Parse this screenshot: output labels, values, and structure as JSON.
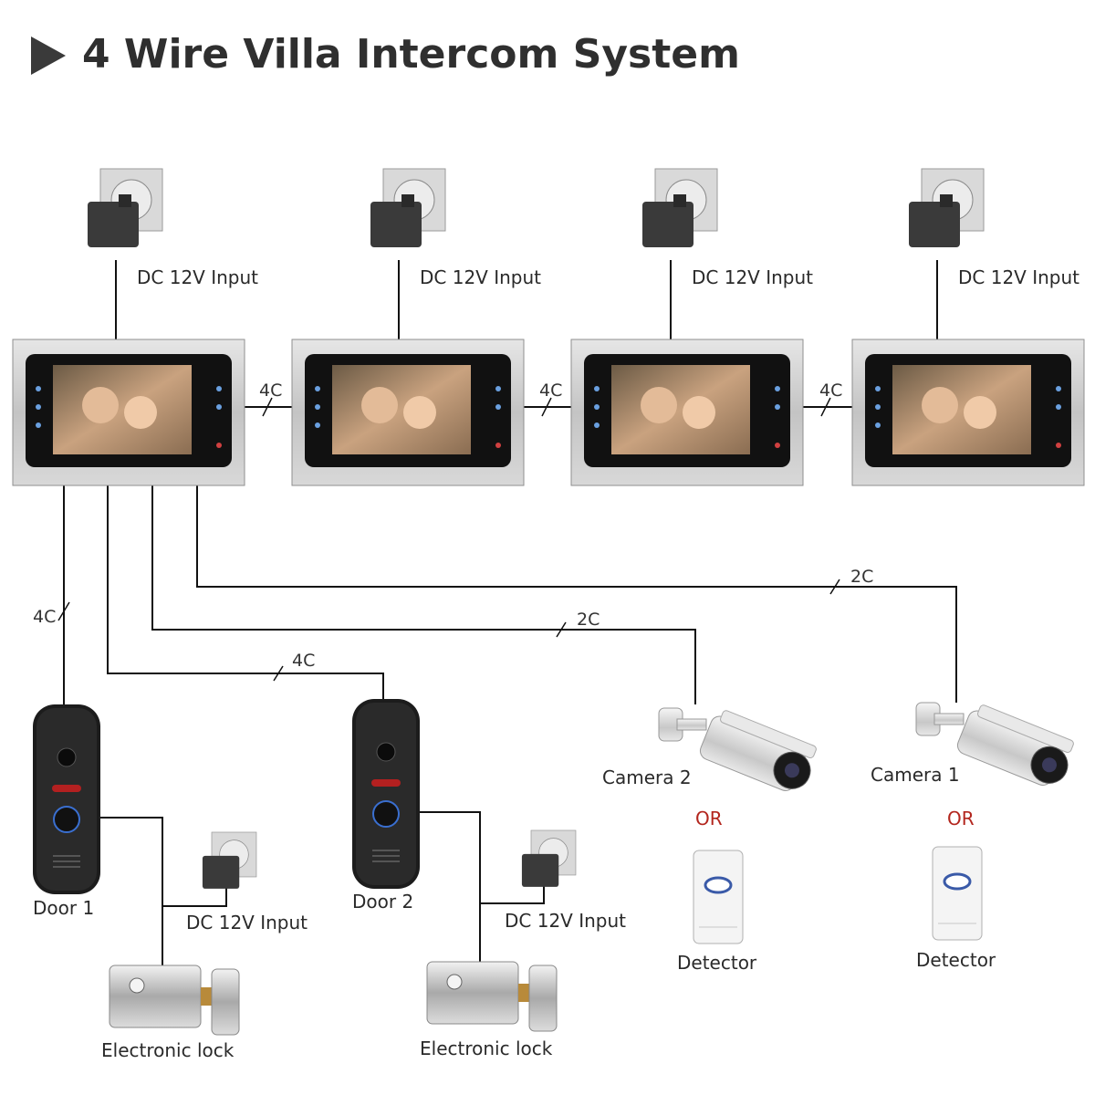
{
  "title": "4 Wire Villa Intercom System",
  "power_label": "DC 12V Input",
  "monitors": [
    {
      "id": "monitor-1",
      "power": "DC 12V Input"
    },
    {
      "id": "monitor-2",
      "power": "DC 12V Input"
    },
    {
      "id": "monitor-3",
      "power": "DC 12V Input"
    },
    {
      "id": "monitor-4",
      "power": "DC 12V Input"
    }
  ],
  "wire_labels": {
    "monitor_link_1": "4C",
    "monitor_link_2": "4C",
    "monitor_link_3": "4C",
    "door1": "4C",
    "door2": "4C",
    "camera2": "2C",
    "camera1": "2C"
  },
  "doors": [
    {
      "label": "Door 1",
      "power": "DC 12V Input",
      "lock": "Electronic lock"
    },
    {
      "label": "Door 2",
      "power": "DC 12V Input",
      "lock": "Electronic lock"
    }
  ],
  "cameras": [
    {
      "label": "Camera 2",
      "or": "OR",
      "alt": "Detector"
    },
    {
      "label": "Camera 1",
      "or": "OR",
      "alt": "Detector"
    }
  ],
  "colors": {
    "wire": "#111111",
    "or_text": "#b3261e",
    "monitor_frame": "#bfbfbf",
    "screen": "#111111"
  }
}
